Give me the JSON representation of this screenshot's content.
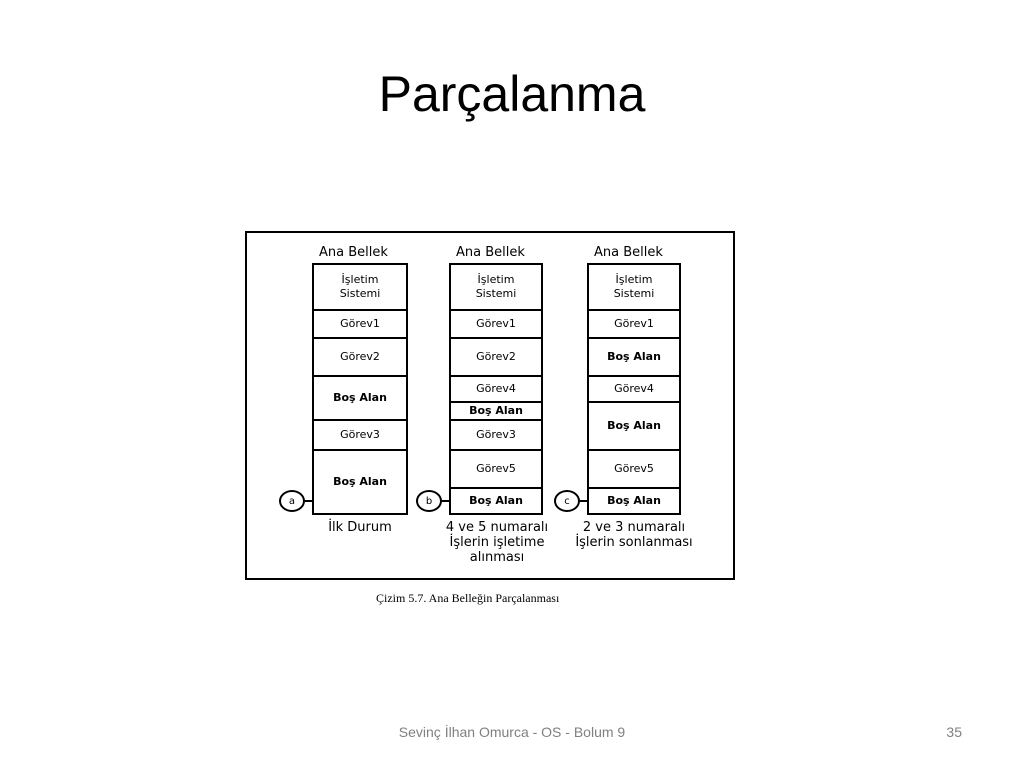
{
  "slide": {
    "title": "Parçalanma",
    "footer": "Sevinç İlhan Omurca - OS - Bolum 9",
    "page_number": "35"
  },
  "figure": {
    "caption": "Çizim 5.7. Ana Belleğin Parçalanması",
    "columns": [
      {
        "header": "Ana Bellek",
        "marker": "a",
        "caption": "İlk Durum",
        "blocks": [
          {
            "label": "İşletim\nSistemi",
            "bold": false
          },
          {
            "label": "Görev1",
            "bold": false
          },
          {
            "label": "Görev2",
            "bold": false
          },
          {
            "label": "Boş Alan",
            "bold": true
          },
          {
            "label": "Görev3",
            "bold": false
          },
          {
            "label": "Boş Alan",
            "bold": true
          }
        ]
      },
      {
        "header": "Ana Bellek",
        "marker": "b",
        "caption": "4 ve 5 numaralı\nİşlerin işletime\nalınması",
        "blocks": [
          {
            "label": "İşletim\nSistemi",
            "bold": false
          },
          {
            "label": "Görev1",
            "bold": false
          },
          {
            "label": "Görev2",
            "bold": false
          },
          {
            "label": "Görev4",
            "bold": false
          },
          {
            "label": "Boş Alan",
            "bold": true
          },
          {
            "label": "Görev3",
            "bold": false
          },
          {
            "label": "Görev5",
            "bold": false
          },
          {
            "label": "Boş Alan",
            "bold": true
          }
        ]
      },
      {
        "header": "Ana Bellek",
        "marker": "c",
        "caption": "2 ve 3 numaralı\nİşlerin sonlanması",
        "blocks": [
          {
            "label": "İşletim\nSistemi",
            "bold": false
          },
          {
            "label": "Görev1",
            "bold": false
          },
          {
            "label": "Boş Alan",
            "bold": true
          },
          {
            "label": "Görev4",
            "bold": false
          },
          {
            "label": "Boş Alan",
            "bold": true
          },
          {
            "label": "Görev5",
            "bold": false
          },
          {
            "label": "Boş Alan",
            "bold": true
          }
        ]
      }
    ]
  }
}
